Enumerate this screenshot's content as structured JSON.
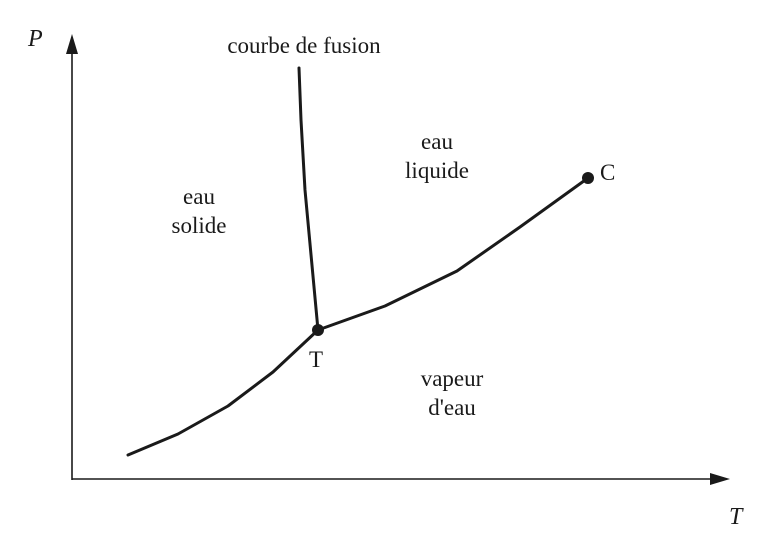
{
  "axes": {
    "y_label": "P",
    "x_label": "T"
  },
  "curves": {
    "fusion_label": "courbe de fusion"
  },
  "regions": {
    "solid": [
      "eau",
      "solide"
    ],
    "liquid": [
      "eau",
      "liquide"
    ],
    "vapor": [
      "vapeur",
      "d'eau"
    ]
  },
  "points": {
    "triple": "T",
    "critical": "C"
  }
}
